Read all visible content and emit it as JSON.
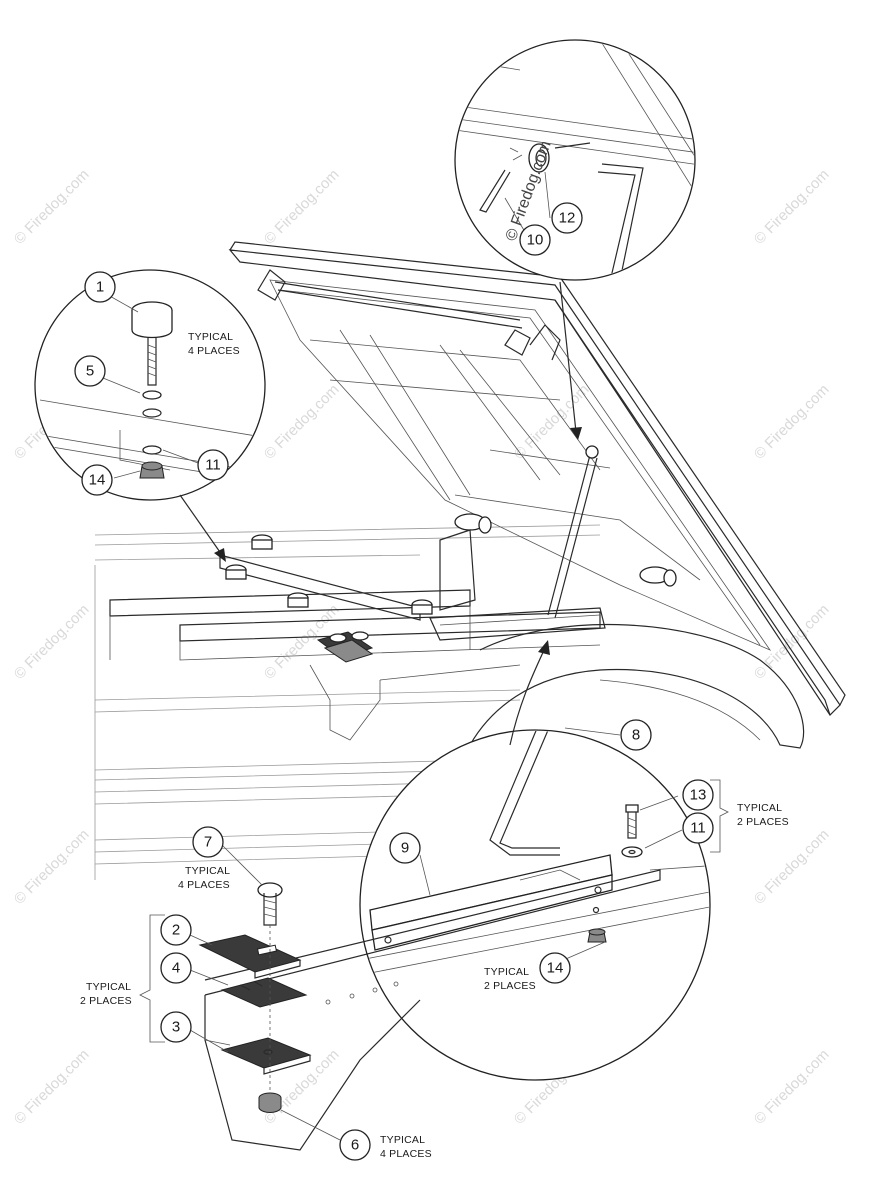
{
  "watermark": "© Firedog.com",
  "callouts": [
    {
      "id": "callout-1",
      "number": "1"
    },
    {
      "id": "callout-2",
      "number": "2"
    },
    {
      "id": "callout-3",
      "number": "3"
    },
    {
      "id": "callout-4",
      "number": "4"
    },
    {
      "id": "callout-5",
      "number": "5"
    },
    {
      "id": "callout-6",
      "number": "6"
    },
    {
      "id": "callout-7",
      "number": "7"
    },
    {
      "id": "callout-8",
      "number": "8"
    },
    {
      "id": "callout-9",
      "number": "9"
    },
    {
      "id": "callout-10",
      "number": "10"
    },
    {
      "id": "callout-11a",
      "number": "11"
    },
    {
      "id": "callout-11b",
      "number": "11"
    },
    {
      "id": "callout-12",
      "number": "12"
    },
    {
      "id": "callout-13",
      "number": "13"
    },
    {
      "id": "callout-14a",
      "number": "14"
    },
    {
      "id": "callout-14b",
      "number": "14"
    }
  ],
  "notes": {
    "typical_4_places": [
      "TYPICAL",
      "4 PLACES"
    ],
    "typical_2_places": [
      "TYPICAL",
      "2 PLACES"
    ]
  },
  "colors": {
    "line": "#2a2a2a",
    "watermark": "#d9d9d9",
    "part_dark": "#3a3a3a"
  }
}
